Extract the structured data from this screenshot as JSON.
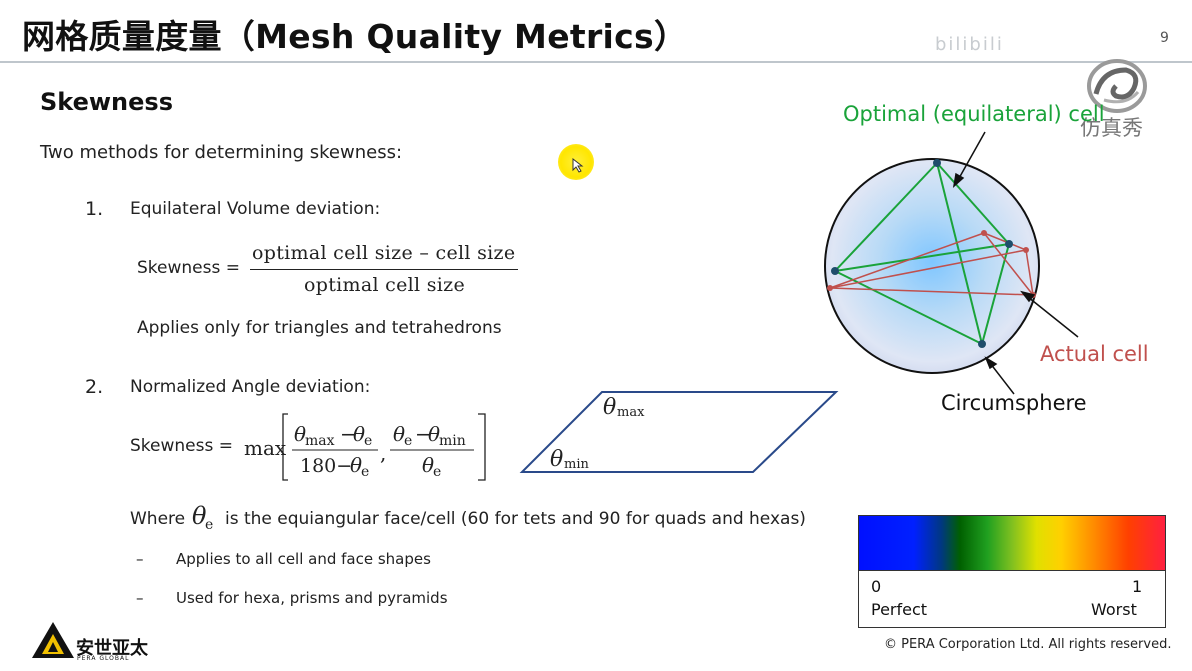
{
  "header": {
    "title": "网格质量度量（Mesh Quality Metrics）",
    "slide_number": "9",
    "watermark": "bilibili",
    "brand": "仿真秀"
  },
  "content": {
    "section_title": "Skewness",
    "intro": "Two methods for determining skewness:",
    "method1": {
      "number": "1.",
      "title": "Equilateral Volume deviation:",
      "formula_label": "Skewness =",
      "numerator": "optimal cell size – cell size",
      "denominator": "optimal cell size",
      "note": "Applies only for triangles and tetrahedrons"
    },
    "method2": {
      "number": "2.",
      "title": "Normalized Angle deviation:",
      "formula_label": "Skewness =",
      "max": "max",
      "where_prefix": "Where",
      "where_suffix": "is the equiangular face/cell (60 for tets and 90 for quads and hexas)",
      "bullets": [
        "Applies to all cell and face shapes",
        "Used for hexa, prisms and pyramids"
      ],
      "dash": "–"
    }
  },
  "diagram": {
    "optimal_label": "Optimal (equilateral) cell",
    "actual_label": "Actual cell",
    "circumsphere_label": "Circumsphere",
    "optimal_color": "#1aa33a",
    "actual_color": "#c0504d"
  },
  "scale": {
    "left_value": "0",
    "right_value": "1",
    "left_label": "Perfect",
    "right_label": "Worst"
  },
  "footer": {
    "copyright": "©  PERA Corporation Ltd. All rights reserved.",
    "logo_text": "安世亚太",
    "logo_sub": "PERA GLOBAL"
  }
}
